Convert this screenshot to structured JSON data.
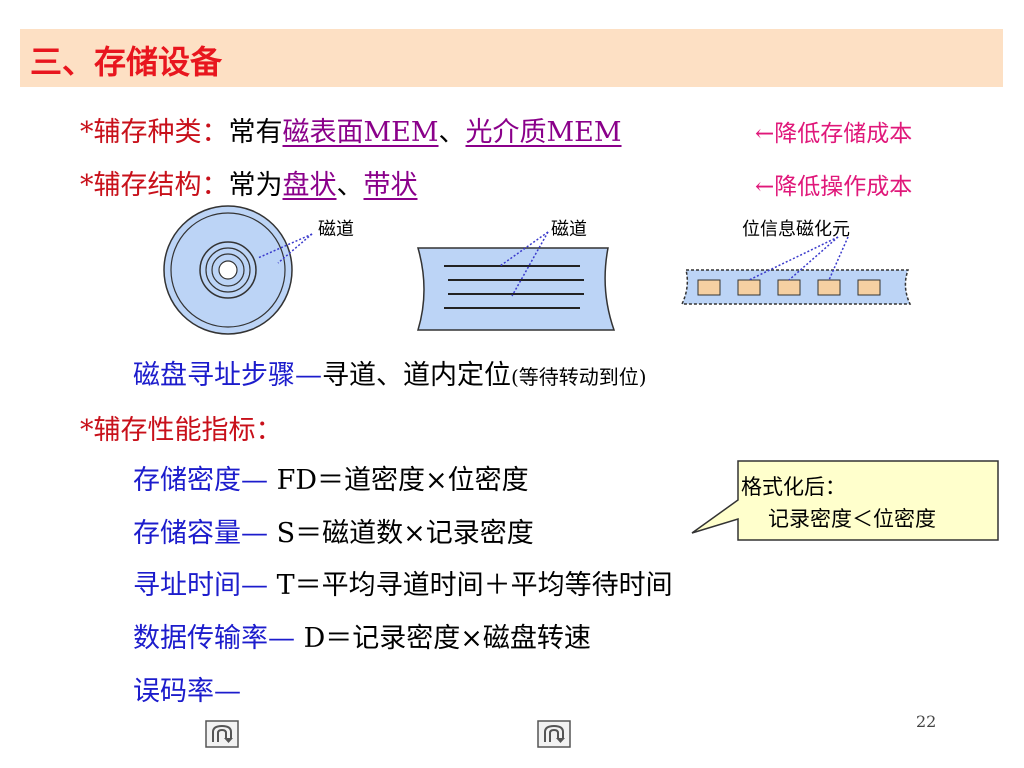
{
  "title": "三、存储设备",
  "line1": {
    "label": "*辅存种类：",
    "prefix": "常有",
    "link1": "磁表面MEM",
    "sep": "、",
    "link2": "光介质MEM",
    "note": "←降低存储成本"
  },
  "line2": {
    "label": "*辅存结构：",
    "prefix": "常为",
    "link1": "盘状",
    "sep": "、",
    "link2": "带状",
    "note": "←降低操作成本"
  },
  "diagram": {
    "disk_label": "磁道",
    "tape_label": "磁道",
    "bits_label": "位信息磁化元"
  },
  "seek": {
    "label": "磁盘寻址步骤—",
    "text": "寻道、道内定位",
    "paren": "(等待转动到位)"
  },
  "perf": {
    "label": "*辅存性能指标："
  },
  "metrics": [
    {
      "label": "存储密度—",
      "formula": "FD＝道密度×位密度"
    },
    {
      "label": "存储容量—",
      "formula": "S＝磁道数×记录密度"
    },
    {
      "label": "寻址时间—",
      "formula": "T＝平均寻道时间＋平均等待时间"
    },
    {
      "label": "数据传输率—",
      "formula": "D＝记录密度×磁盘转速"
    },
    {
      "label": "误码率—",
      "formula": ""
    }
  ],
  "callout": {
    "line1": "格式化后：",
    "line2": "记录密度＜位密度"
  },
  "page_number": "22",
  "colors": {
    "title": "#e8161e",
    "title_bg": "#fde0c4",
    "label_red": "#c8101a",
    "link_purple": "#8a008a",
    "note_pink": "#e0187a",
    "metric_blue": "#1c1ccc",
    "shape_fill": "#bcd4f6",
    "dots_blue": "#3a3acc"
  }
}
